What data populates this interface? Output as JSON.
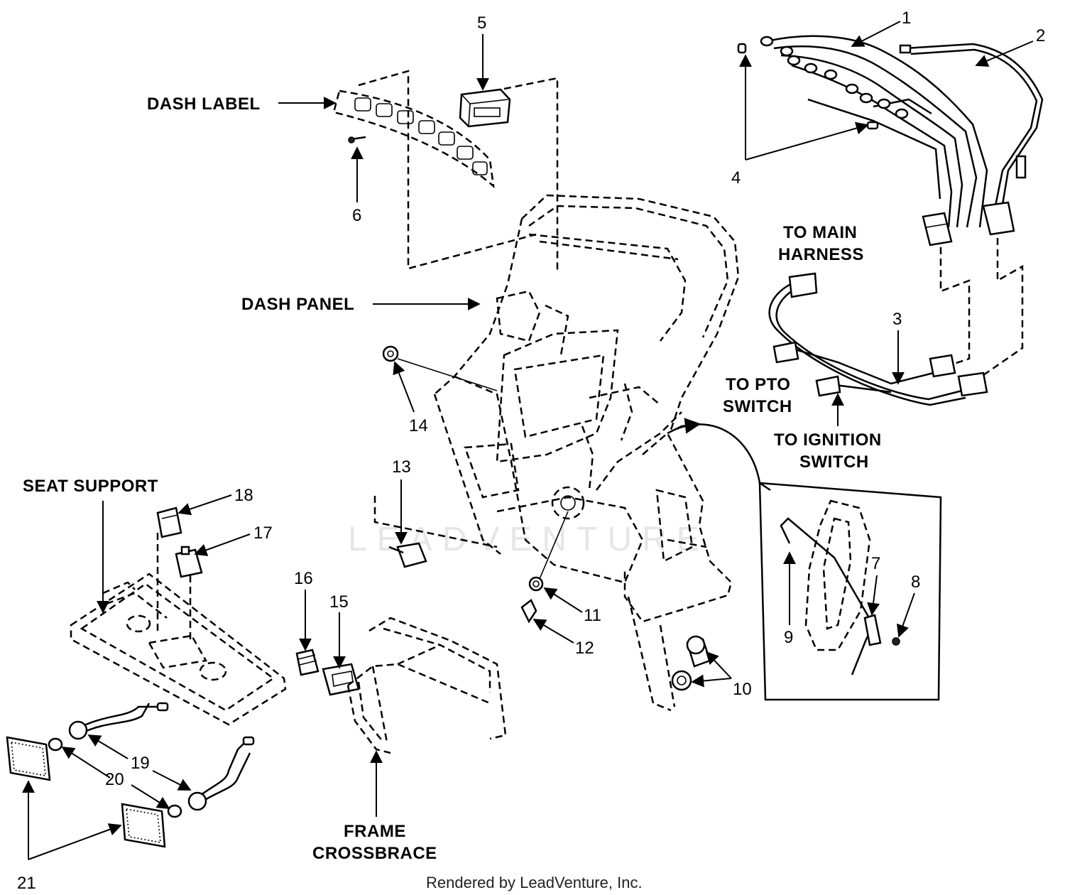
{
  "labels": {
    "dash_label": "DASH LABEL",
    "dash_panel": "DASH PANEL",
    "seat_support": "SEAT SUPPORT",
    "to_main_harness_1": "TO MAIN",
    "to_main_harness_2": "HARNESS",
    "to_pto_switch_1": "TO PTO",
    "to_pto_switch_2": "SWITCH",
    "to_ignition_switch_1": "TO IGNITION",
    "to_ignition_switch_2": "SWITCH",
    "frame_crossbrace_1": "FRAME",
    "frame_crossbrace_2": "CROSSBRACE"
  },
  "callouts": {
    "n1": "1",
    "n2": "2",
    "n3": "3",
    "n4": "4",
    "n5": "5",
    "n6": "6",
    "n7": "7",
    "n8": "8",
    "n9": "9",
    "n10": "10",
    "n11": "11",
    "n12": "12",
    "n13": "13",
    "n14": "14",
    "n15": "15",
    "n16": "16",
    "n17": "17",
    "n18": "18",
    "n19": "19",
    "n20": "20",
    "n21": "21"
  },
  "watermark": "LEADVENTURE",
  "credit": "Rendered by LeadVenture, Inc."
}
